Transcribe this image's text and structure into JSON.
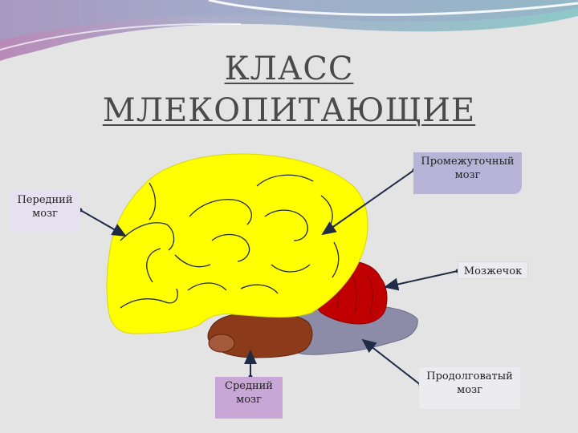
{
  "slide": {
    "title_line1": "КЛАСС ",
    "title_line2": "МЛЕКОПИТАЮЩИЕ"
  },
  "labels": {
    "forebrain": "Передний мозг",
    "diencephalon": "Промежуточный мозг",
    "cerebellum": "Мозжечок",
    "midbrain": "Средний мозг",
    "medulla": "Продолговатый мозг"
  },
  "colors": {
    "forebrain": "#ffff00",
    "cerebellum": "#c00000",
    "midbrain": "#8b3a1a",
    "medulla": "#8c8ca8",
    "arrow": "#1f2a44"
  }
}
